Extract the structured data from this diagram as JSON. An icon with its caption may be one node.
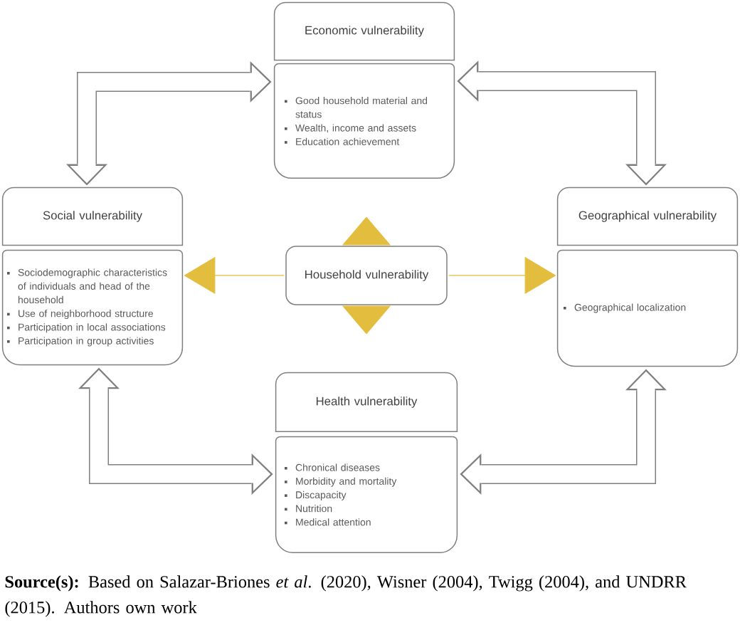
{
  "diagram": {
    "caption": "**Source(s):** Based on Salazar-Briones *et al*. (2020), Wisner (2004), Twigg (2004), and UNDRR (2015). Authors own work",
    "nodes": [
      {
        "text": [
          "Economic vulnerability"
        ]
      },
      {
        "text": [
          "Good household material and status",
          "Wealth, income and assets",
          "Education achievement"
        ]
      },
      {
        "text": [
          "Social vulnerability"
        ]
      },
      {
        "text": [
          "Sociodemographic characteristics of individuals and head of the household",
          "Use of neighborhood structure",
          "Participation in local associations",
          "Participation in group activities"
        ]
      },
      {
        "text": [
          "Household vulnerability"
        ]
      },
      {
        "text": [
          "Geographical vulnerability"
        ]
      },
      {
        "text": [
          "Geographical localization"
        ]
      },
      {
        "text": [
          "Health vulnerability"
        ]
      },
      {
        "text": [
          "Chronical diseases",
          "Morbidity and mortality",
          "Discapacity",
          "Nutrition",
          "Medical attention"
        ]
      }
    ],
    "edges": [
      {
        "from": 4,
        "to": 1,
        "arrow": "to",
        "color": "#e3bd3e"
      },
      {
        "from": 4,
        "to": 3,
        "arrow": "to",
        "color": "#e3bd3e"
      },
      {
        "from": 4,
        "to": 6,
        "arrow": "to",
        "color": "#e3bd3e"
      },
      {
        "from": 4,
        "to": 7,
        "arrow": "to",
        "color": "#e3bd3e"
      },
      {
        "from": 2,
        "to": 1,
        "arrow": "both",
        "color": "#ffffff"
      },
      {
        "from": 5,
        "to": 1,
        "arrow": "both",
        "color": "#ffffff"
      },
      {
        "from": 3,
        "to": 8,
        "arrow": "both",
        "color": "#ffffff"
      },
      {
        "from": 6,
        "to": 8,
        "arrow": "both",
        "color": "#ffffff"
      }
    ]
  }
}
